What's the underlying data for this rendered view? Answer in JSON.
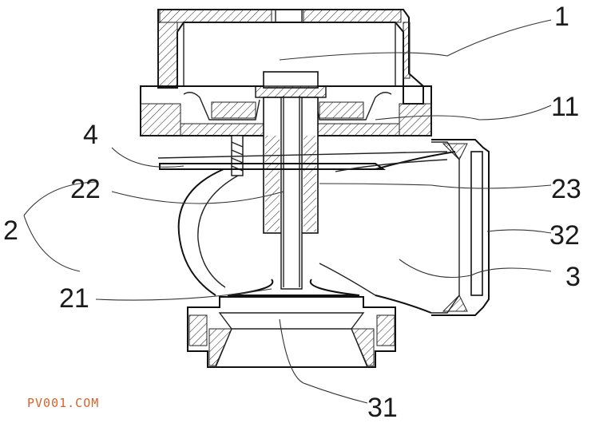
{
  "labels": {
    "l1": "1",
    "l11": "11",
    "l4": "4",
    "l22": "22",
    "l2": "2",
    "l23": "23",
    "l32": "32",
    "l3": "3",
    "l21": "21",
    "l31": "31"
  },
  "watermark": "PV001.COM",
  "colors": {
    "line": "#222222",
    "watermark": "#d6632a",
    "background": "#ffffff"
  }
}
